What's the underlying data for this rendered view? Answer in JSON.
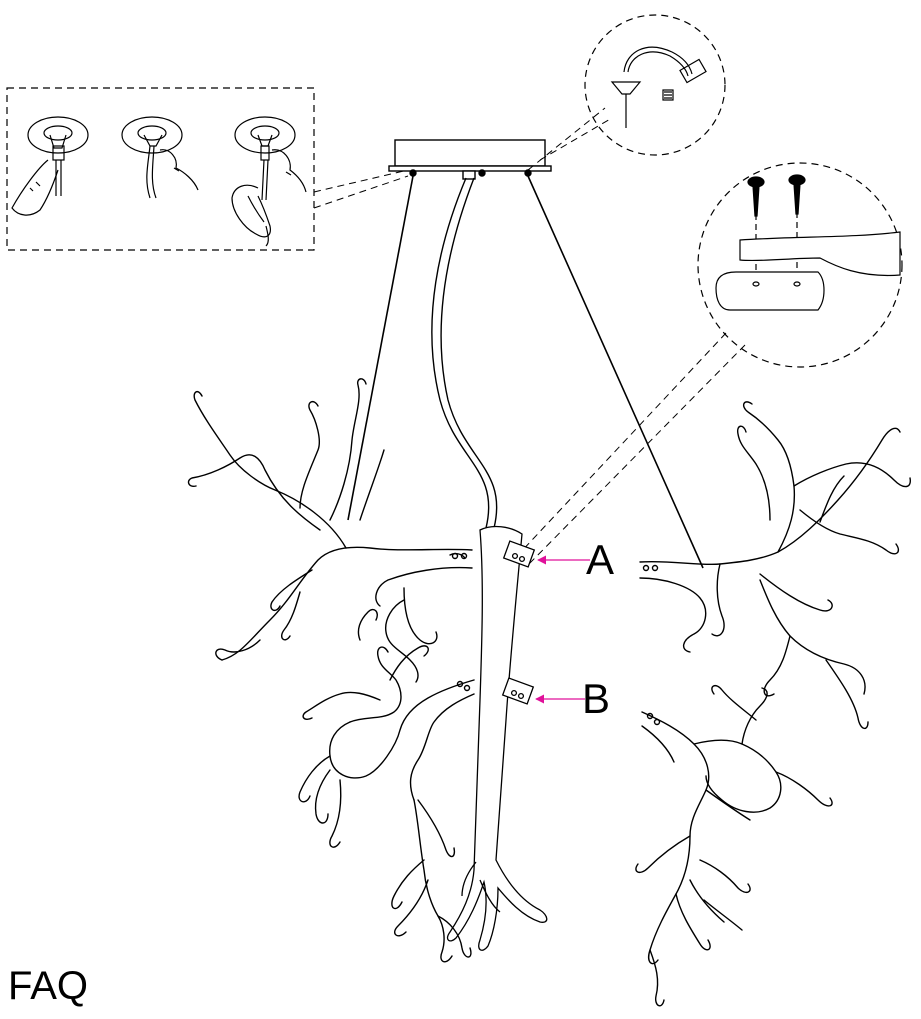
{
  "labels": {
    "a": "A",
    "b": "B"
  },
  "footer": {
    "faq": "FAQ"
  },
  "colors": {
    "line": "#000000",
    "callout_arrow": "#e0109a",
    "background": "#ffffff"
  },
  "icons": {
    "canopy_install_steps": [
      "canopy-step-1-icon",
      "canopy-step-2-icon",
      "canopy-step-3-icon"
    ],
    "cable_clamp_detail": "cable-clamp-detail-icon",
    "screw_bracket_detail": "screw-bracket-detail-icon"
  }
}
